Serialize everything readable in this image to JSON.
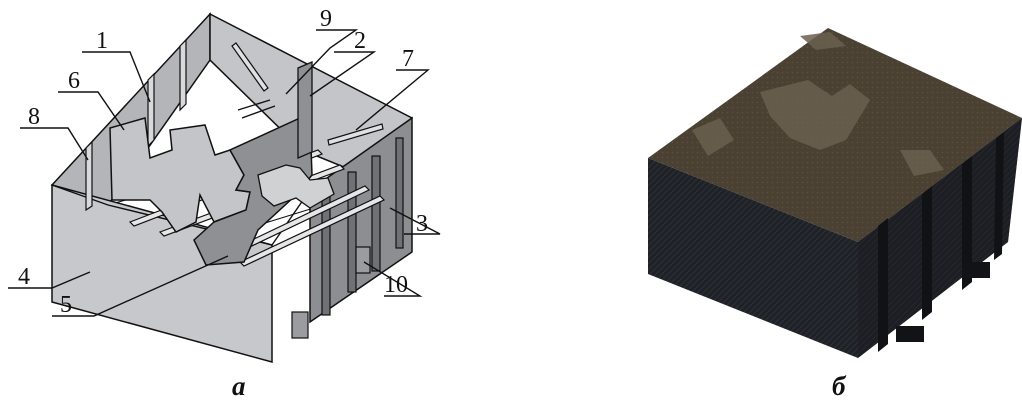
{
  "panel_a": {
    "caption": "а",
    "labels": [
      "1",
      "2",
      "3",
      "4",
      "5",
      "6",
      "7",
      "8",
      "9",
      "10"
    ]
  },
  "panel_b": {
    "caption": "б"
  },
  "colors": {
    "wall_light": "#c9cacc",
    "wall_mid": "#b0b1b4",
    "wall_dark": "#8e9094",
    "outline": "#111111",
    "block_top": "#4a4133",
    "block_side": "#1e2126",
    "block_side_dark": "#15171b"
  }
}
